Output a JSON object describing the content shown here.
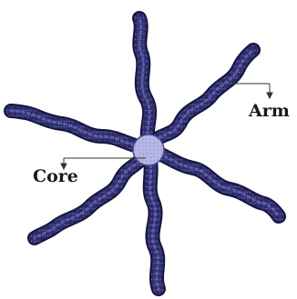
{
  "diagram": {
    "labels": {
      "arm": "Arm",
      "core": "Core"
    },
    "colors": {
      "arm_fill": "#2e2e6e",
      "arm_outline": "#15153d",
      "arm_texture": "#5a5aa0",
      "core_fill": "#b0b0e0",
      "core_outline": "#4a4a8c",
      "pointer_line": "#333333",
      "label": "#1a1a1a",
      "background": "#ffffff"
    },
    "arm_count": 6
  }
}
